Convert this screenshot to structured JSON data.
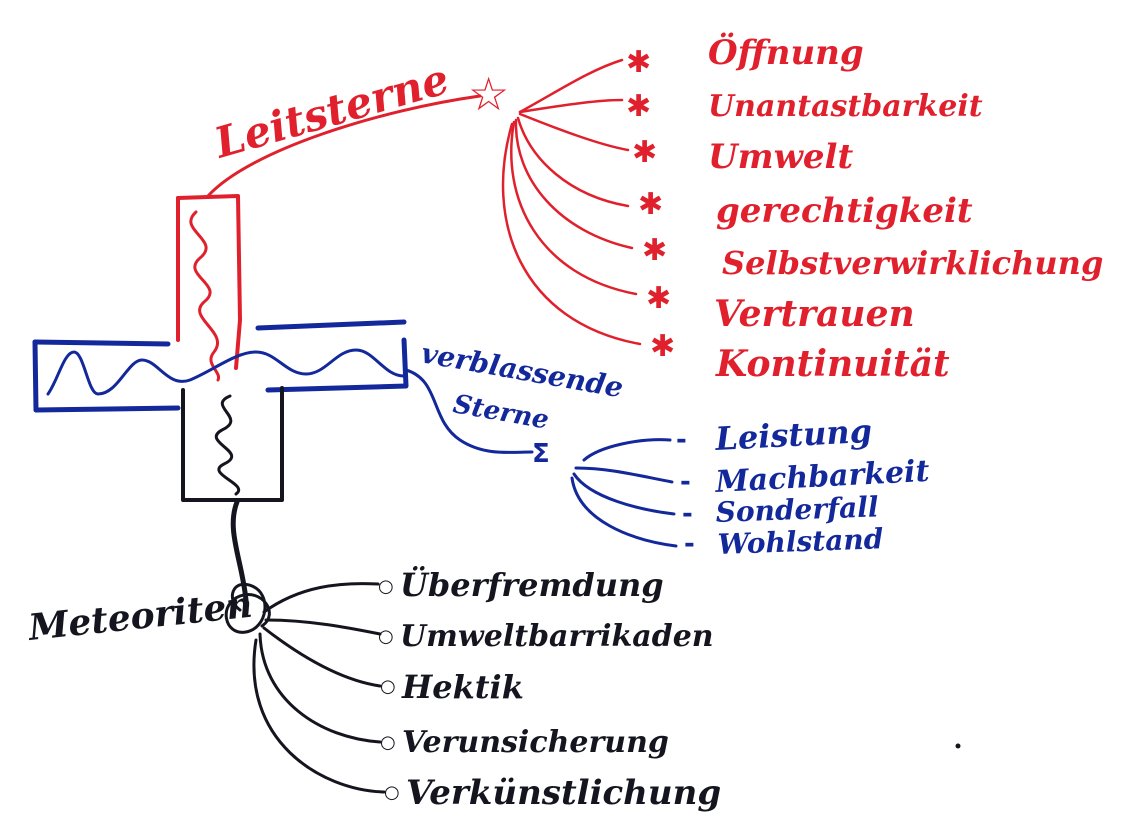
{
  "colors": {
    "red": "#e0202c",
    "blue": "#13289a",
    "black": "#15151f",
    "background": "#ffffff"
  },
  "red_branch": {
    "label": "Leitsterne",
    "items": [
      "Öffnung",
      "Unantastbarkeit",
      "Umwelt",
      "gerechtigkeit",
      "Selbstverwirklichung",
      "Vertrauen",
      "Kontinuität"
    ]
  },
  "blue_branch": {
    "label_line1": "verblassende",
    "label_line2": "Sterne",
    "items": [
      "Leistung",
      "Machbarkeit",
      "Sonderfall",
      "Wohlstand"
    ]
  },
  "black_branch": {
    "label": "Meteoriten",
    "items": [
      "Überfremdung",
      "Umweltbarrikaden",
      "Hektik",
      "Verunsicherung",
      "Verkünstlichung"
    ]
  },
  "icons": [
    "star-icon",
    "asterisk-icon",
    "dash-icon",
    "circle-bullet-icon",
    "spiral-icon"
  ]
}
